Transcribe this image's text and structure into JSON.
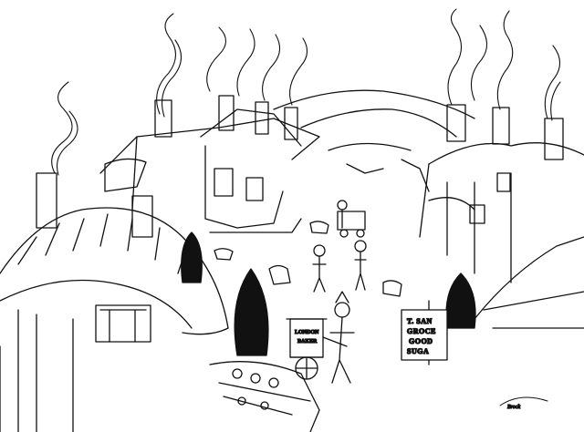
{
  "shop_sign": {
    "line1": "T. SAN",
    "line2": "GROCE",
    "line3": "GOOD",
    "line4": "SUGA"
  },
  "cart_sign": {
    "line1": "LONDON",
    "line2": "BAKER"
  },
  "signature": "Brock"
}
